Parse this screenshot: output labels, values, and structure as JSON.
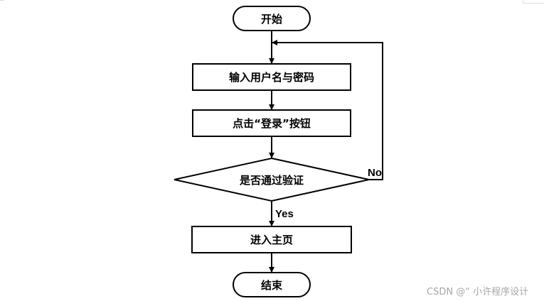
{
  "flowchart": {
    "start": "开始",
    "input_credentials": "输入用户名与密码",
    "click_login": "点击“登录”按钮",
    "verify_decision": "是否通过验证",
    "enter_home": "进入主页",
    "end": "结束",
    "yes_label": "Yes",
    "no_label": "No"
  },
  "watermark": "CSDN @“ 小许程序设计"
}
